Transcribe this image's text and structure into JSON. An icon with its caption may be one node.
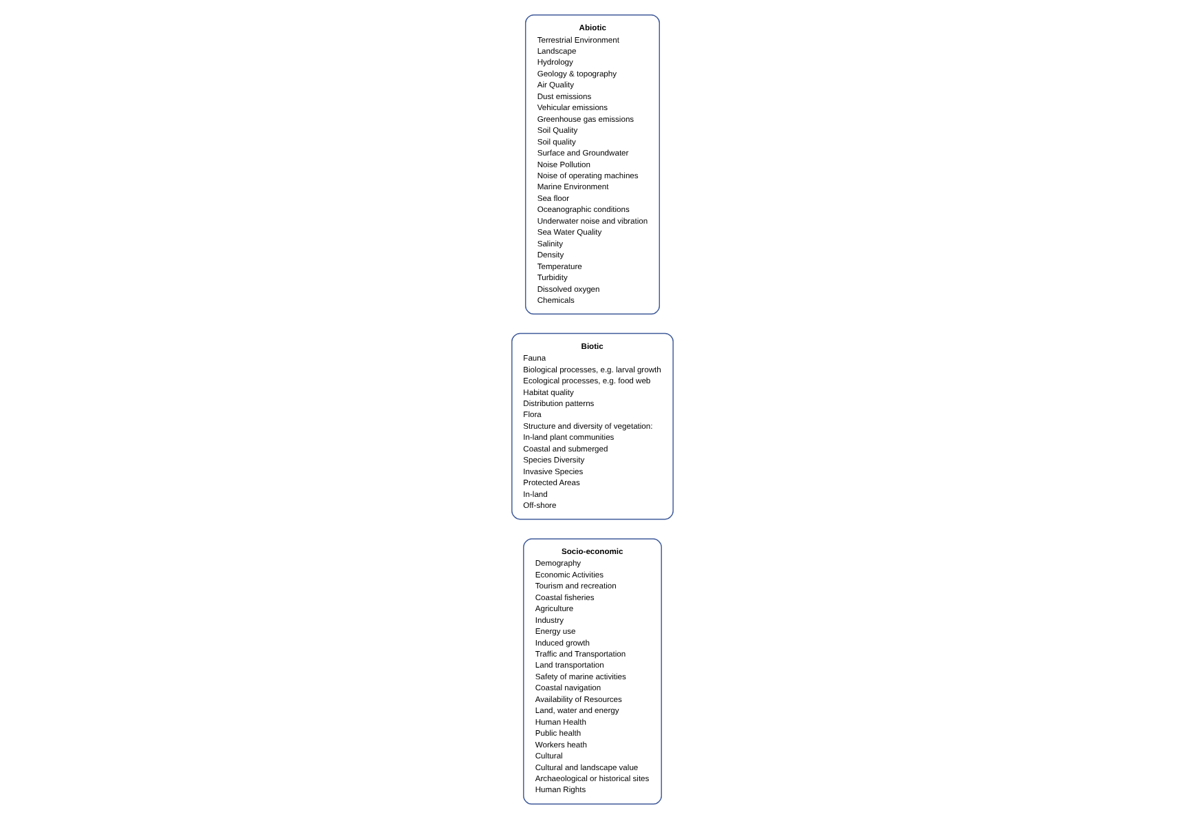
{
  "diagram": {
    "nodes": [
      {
        "text": [
          "Abiotic",
          "Terrestrial Environment",
          "Landscape",
          "Hydrology",
          "Geology & topography",
          "Air Quality",
          "Dust emissions",
          "Vehicular emissions",
          "Greenhouse gas emissions",
          "Soil Quality",
          "Soil quality",
          "Surface and Groundwater",
          "Noise Pollution",
          "Noise of operating machines",
          "Marine Environment",
          "Sea floor",
          "Oceanographic conditions",
          "Underwater noise and vibration",
          "Sea Water Quality",
          "Salinity",
          "Density",
          "Temperature",
          "Turbidity",
          "Dissolved oxygen",
          "Chemicals"
        ]
      },
      {
        "text": [
          "Biotic",
          "Fauna",
          "Biological processes, e.g. larval growth",
          "Ecological processes, e.g. food web",
          "Habitat quality",
          "Distribution patterns",
          "Flora",
          "Structure and diversity of vegetation:",
          "In-land plant communities",
          "Coastal and submerged",
          "Species Diversity",
          "Invasive Species",
          "Protected Areas",
          "In-land",
          "Off-shore"
        ]
      },
      {
        "text": [
          "Socio-economic",
          "Demography",
          "Economic Activities",
          "Tourism and recreation",
          "Coastal fisheries",
          "Agriculture",
          "Industry",
          "Energy use",
          "Induced growth",
          "Traffic and Transportation",
          "Land transportation",
          "Safety of marine activities",
          "Coastal navigation",
          "Availability of Resources",
          "Land, water and energy",
          "Human Health",
          "Public health",
          "Workers heath",
          "Cultural",
          "Cultural and landscape value",
          "Archaeological or historical sites",
          "Human Rights"
        ]
      }
    ]
  }
}
